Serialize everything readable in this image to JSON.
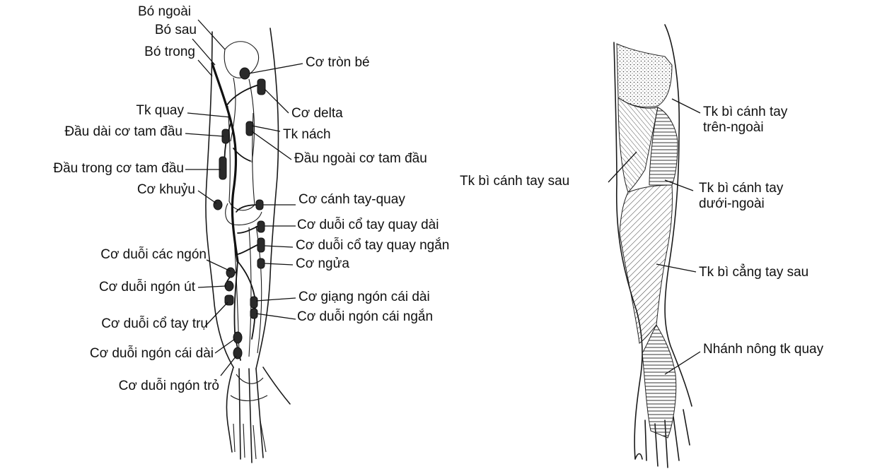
{
  "left_diagram": {
    "labels_left": [
      {
        "id": "bo-ngoai",
        "text": "Bó ngoài"
      },
      {
        "id": "bo-sau",
        "text": "Bó sau"
      },
      {
        "id": "bo-trong",
        "text": "Bó trong"
      },
      {
        "id": "tk-quay",
        "text": "Tk quay"
      },
      {
        "id": "dau-dai",
        "text": "Đầu dài cơ tam đầu"
      },
      {
        "id": "dau-trong",
        "text": "Đầu trong cơ tam đầu"
      },
      {
        "id": "co-khuyu",
        "text": "Cơ khuỷu"
      },
      {
        "id": "co-duoi-cac-ngon",
        "text": "Cơ duỗi các ngón"
      },
      {
        "id": "co-duoi-ngon-ut",
        "text": "Cơ duỗi ngón út"
      },
      {
        "id": "co-duoi-co-tay-tru",
        "text": "Cơ duỗi cổ tay trụ"
      },
      {
        "id": "co-duoi-ngon-cai-dai",
        "text": "Cơ duỗi ngón cái dài"
      },
      {
        "id": "co-duoi-ngon-tro",
        "text": "Cơ duỗi ngón trỏ"
      }
    ],
    "labels_right": [
      {
        "id": "co-tron-be",
        "text": "Cơ tròn bé"
      },
      {
        "id": "co-delta",
        "text": "Cơ delta"
      },
      {
        "id": "tk-nach",
        "text": "Tk nách"
      },
      {
        "id": "dau-ngoai",
        "text": "Đầu ngoài cơ tam đầu"
      },
      {
        "id": "co-canh-tay-quay",
        "text": "Cơ cánh tay-quay"
      },
      {
        "id": "co-duoi-co-tay-quay-dai",
        "text": "Cơ duỗi cổ tay quay dài"
      },
      {
        "id": "co-duoi-co-tay-quay-ngan",
        "text": "Cơ duỗi cổ tay quay ngắn"
      },
      {
        "id": "co-ngua",
        "text": "Cơ ngửa"
      },
      {
        "id": "co-giang-ngon-cai-dai",
        "text": "Cơ giạng ngón cái dài"
      },
      {
        "id": "co-duoi-ngon-cai-ngan",
        "text": "Cơ duỗi ngón cái ngắn"
      }
    ]
  },
  "right_diagram": {
    "labels": [
      {
        "id": "tk-bi-canh-tay-tren-ngoai",
        "line1": "Tk bì cánh tay",
        "line2": "trên-ngoài"
      },
      {
        "id": "tk-bi-canh-tay-sau",
        "line1": "Tk bì cánh tay sau",
        "line2": ""
      },
      {
        "id": "tk-bi-canh-tay-duoi-ngoai",
        "line1": "Tk bì cánh tay",
        "line2": "dưới-ngoài"
      },
      {
        "id": "tk-bi-cang-tay-sau",
        "line1": "Tk bì cẳng tay sau",
        "line2": ""
      },
      {
        "id": "nhanh-nong-tk-quay",
        "line1": "Nhánh nông tk quay",
        "line2": ""
      }
    ]
  }
}
